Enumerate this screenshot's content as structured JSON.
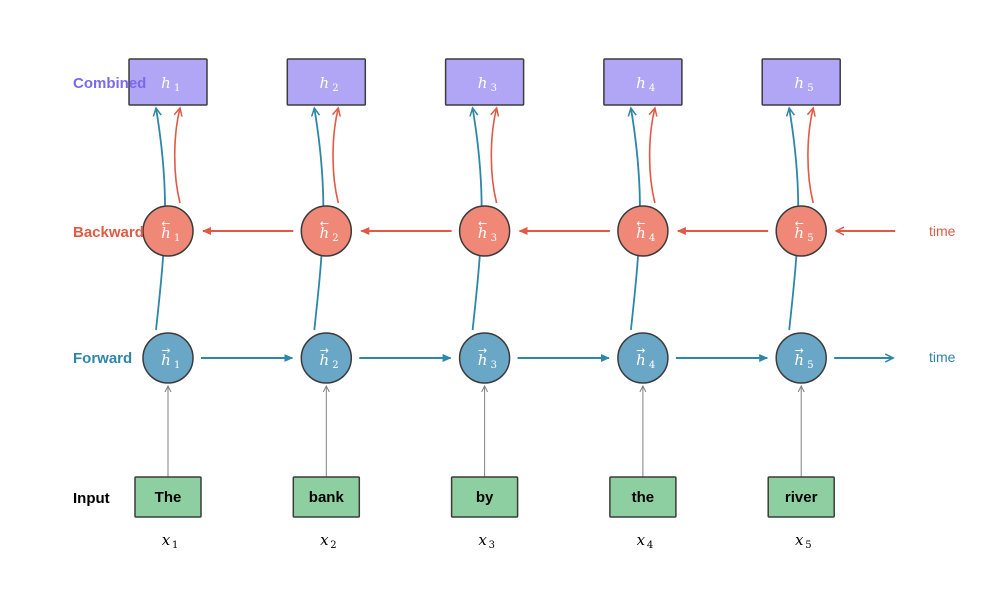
{
  "colors": {
    "combined": "#b0a6f5",
    "combined_label": "#7b68ee",
    "backward": "#f08877",
    "backward_arrow": "#e05a45",
    "forward": "#6aa7c6",
    "forward_arrow": "#2e86a8",
    "input": "#8ecfa1",
    "stroke": "#3b3b3b",
    "input_arrow": "#808080",
    "node_text": "#ffffff"
  },
  "labels": {
    "combined": "Combined",
    "backward": "Backward",
    "forward": "Forward",
    "input": "Input",
    "time_backward": "time",
    "time_forward": "time"
  },
  "symbols": {
    "hidden": "h",
    "input": "x",
    "forward_arrow": "→",
    "backward_arrow": "←"
  },
  "steps": [
    {
      "index": "1",
      "word": "The"
    },
    {
      "index": "2",
      "word": "bank"
    },
    {
      "index": "3",
      "word": "by"
    },
    {
      "index": "4",
      "word": "the"
    },
    {
      "index": "5",
      "word": "river"
    }
  ]
}
